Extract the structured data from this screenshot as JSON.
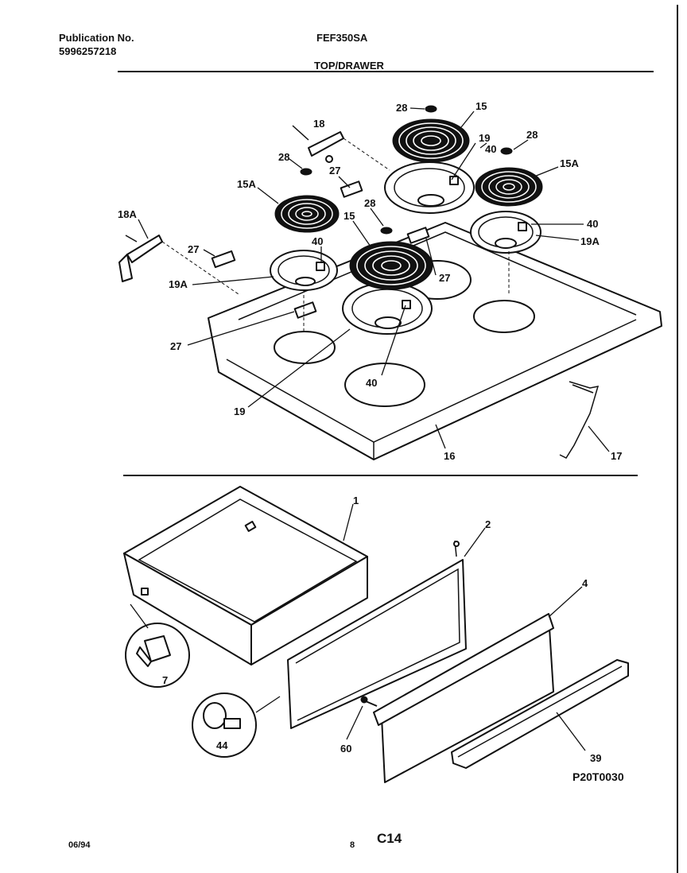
{
  "header": {
    "publication_label": "Publication No.",
    "publication_number": "5996257218",
    "model": "FEF350SA",
    "section_title": "TOP/DRAWER"
  },
  "footer": {
    "date": "06/94",
    "page": "8",
    "code": "C14"
  },
  "figure_code": "P20T0030",
  "callouts": {
    "c1": "1",
    "c2": "2",
    "c4": "4",
    "c7": "7",
    "c15_top": "15",
    "c15_mid": "15",
    "c15a_right": "15A",
    "c15a_left": "15A",
    "c16": "16",
    "c17": "17",
    "c18": "18",
    "c18a": "18A",
    "c19_top": "19",
    "c19_bottom": "19",
    "c19a_right": "19A",
    "c19a_left": "19A",
    "c27_a": "27",
    "c27_b": "27",
    "c27_c": "27",
    "c27_d": "27",
    "c28_a": "28",
    "c28_b": "28",
    "c28_c": "28",
    "c28_d": "28",
    "c39": "39",
    "c40_a": "40",
    "c40_b": "40",
    "c40_c": "40",
    "c40_d": "40",
    "c44": "44",
    "c60": "60"
  }
}
